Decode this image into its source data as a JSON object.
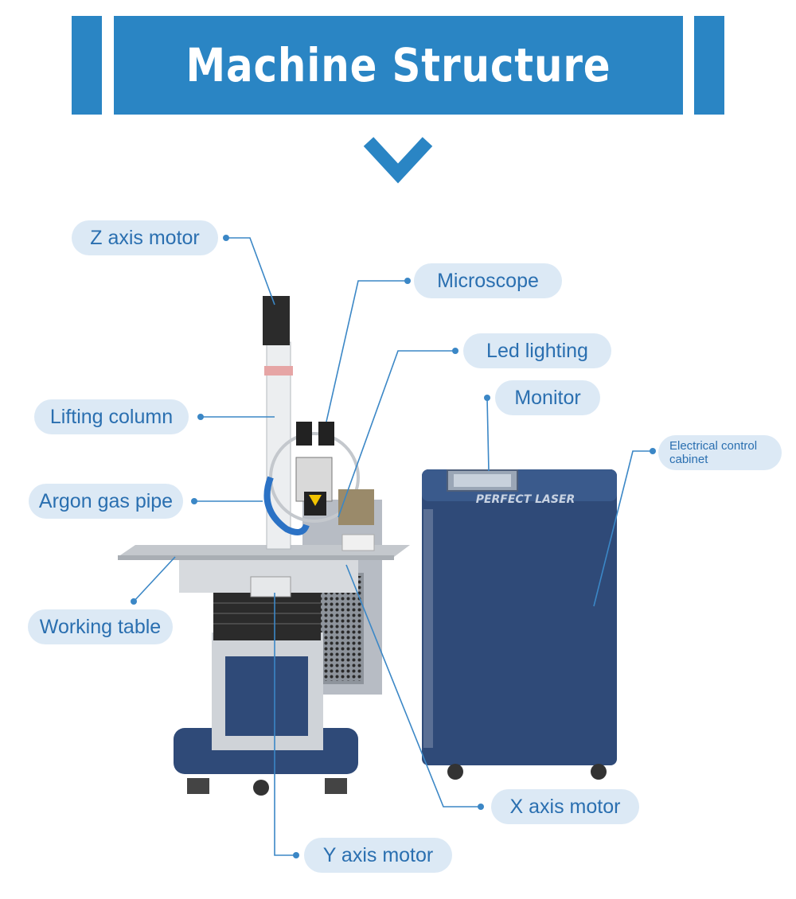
{
  "header": {
    "title": "Machine Structure"
  },
  "machine": {
    "brand_text": "PERFECT LASER"
  },
  "labels": {
    "z_axis_motor": "Z axis motor",
    "microscope": "Microscope",
    "led_lighting": "Led lighting",
    "monitor": "Monitor",
    "electrical_control_cabinet": "Electrical control cabinet",
    "lifting_column": "Lifting column",
    "argon_gas_pipe": "Argon gas pipe",
    "working_table": "Working table",
    "x_axis_motor": "X axis motor",
    "y_axis_motor": "Y axis motor"
  },
  "colors": {
    "banner_blue": "#2a85c4",
    "label_bg": "#dce9f5",
    "label_text": "#2a6fb0",
    "leader_line": "#3b87c6",
    "cabinet_navy": "#2f4a78"
  }
}
